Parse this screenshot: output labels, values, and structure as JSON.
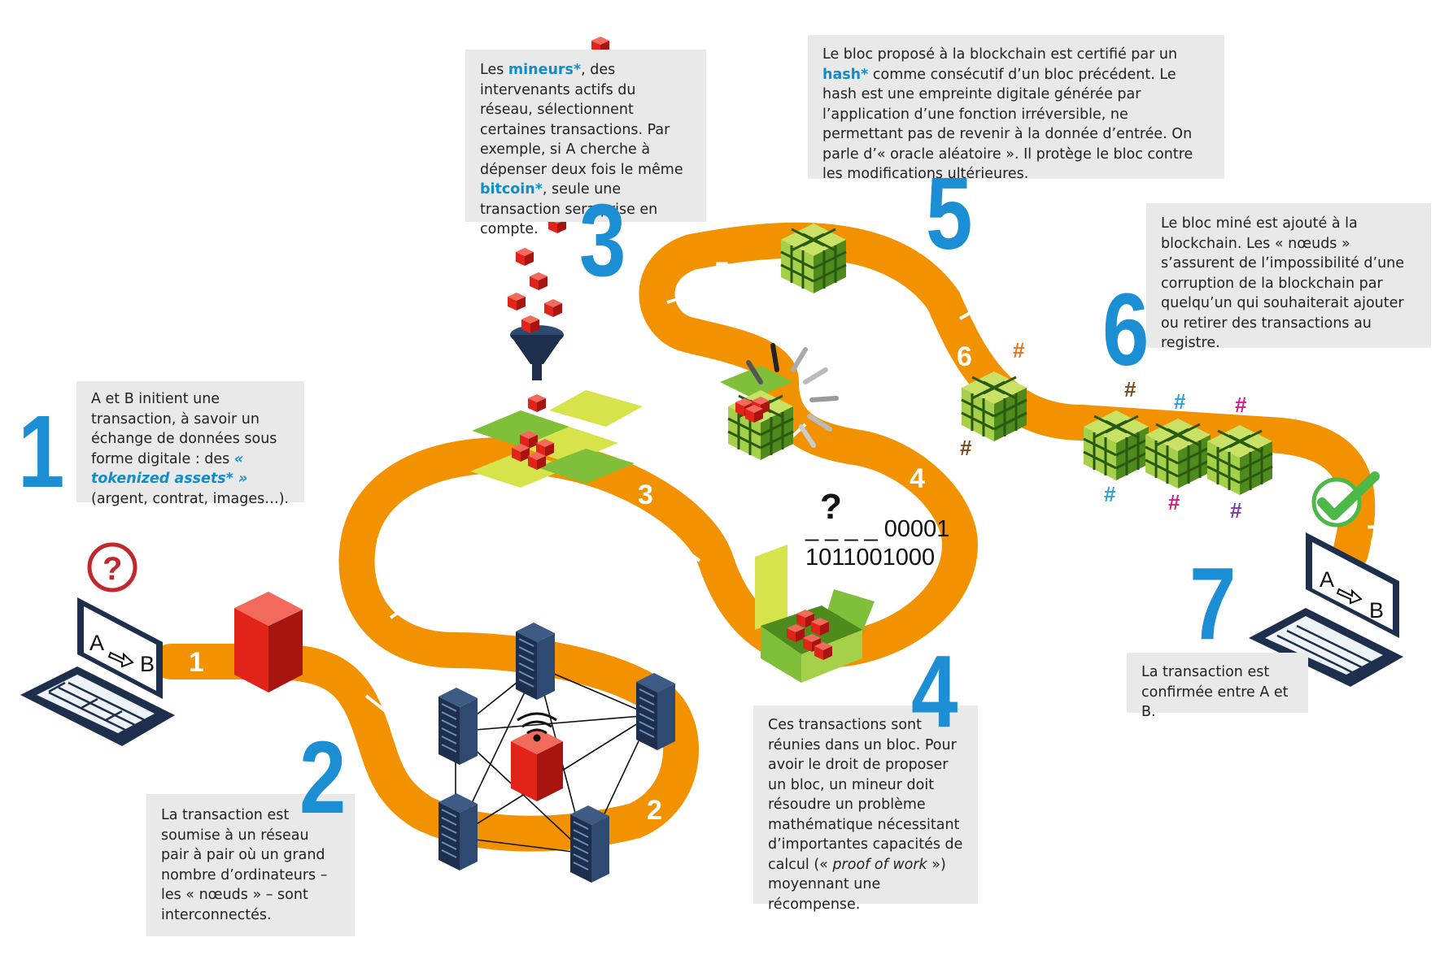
{
  "steps": [
    {
      "number": "1",
      "text_parts": [
        "A et B initient une transaction, à savoir un échange de données sous forme digitale : des ",
        "« tokenized assets* »",
        " (argent, contrat, images…)."
      ]
    },
    {
      "number": "2",
      "text": "La transaction est soumise à un réseau pair à pair où un grand nombre d’ordinateurs – les « nœuds » – sont interconnectés."
    },
    {
      "number": "3",
      "text_parts": [
        "Les ",
        "mineurs*",
        ", des intervenants actifs du réseau, sélectionnent certaines transactions. Par exemple, si A cherche à dépenser deux fois le même ",
        "bitcoin*",
        ", seule une transaction sera prise en compte."
      ]
    },
    {
      "number": "4",
      "text_parts": [
        "Ces transactions sont réunies dans un bloc. Pour avoir le droit de proposer un bloc, un mineur doit résoudre un problème mathématique nécessitant d’importantes capacités de calcul (« ",
        "proof of work",
        " ») moyennant une récompense."
      ]
    },
    {
      "number": "5",
      "text_parts": [
        "Le bloc proposé à la blockchain est certifié par un ",
        "hash*",
        " comme consécutif d’un bloc précédent. Le hash est une empreinte digitale générée par l’application d’une fonction irréversible, ne permettant pas de revenir à la donnée d’entrée. On parle d’« oracle aléatoire ». Il protège le bloc contre les modifications ultérieures."
      ]
    },
    {
      "number": "6",
      "text": "Le bloc miné est ajouté à la blockchain. Les « nœuds » s’assurent de l’impossibilité d’une corruption de la blockchain par quelqu’un qui souhaiterait ajouter ou retirer des transactions au registre."
    },
    {
      "number": "7",
      "text": "La transaction est confirmée entre A et B."
    }
  ],
  "path_labels": [
    "1",
    "2",
    "3",
    "4",
    "5",
    "6",
    "7"
  ],
  "laptop_labels": {
    "a": "A",
    "b": "B"
  },
  "question_mark": "?",
  "mining_question": "?",
  "mining_code_line1": "_ _ _ _ 00001",
  "mining_code_line2": "1011001000",
  "hash_symbol": "#",
  "colors": {
    "orange_path": "#f39200",
    "step_blue": "#1c8fd4",
    "keyword_blue": "#0f8ec9",
    "box_gray": "#e9e9e9",
    "cube_red": "#e2231a",
    "cube_green": "#8cc63f",
    "cube_dark_green": "#2e6b13",
    "server_navy": "#1d2f4c",
    "check_green": "#4cb848",
    "hash_orange": "#e8731a",
    "hash_blue": "#2aa3d8",
    "hash_pink": "#d11b8f",
    "hash_brown": "#7b4a1e"
  },
  "icons": [
    "laptop-icon",
    "question-badge-icon",
    "red-cube-icon",
    "server-icon",
    "wifi-icon",
    "funnel-icon",
    "green-block-icon",
    "checkmark-icon",
    "hash-icon"
  ]
}
